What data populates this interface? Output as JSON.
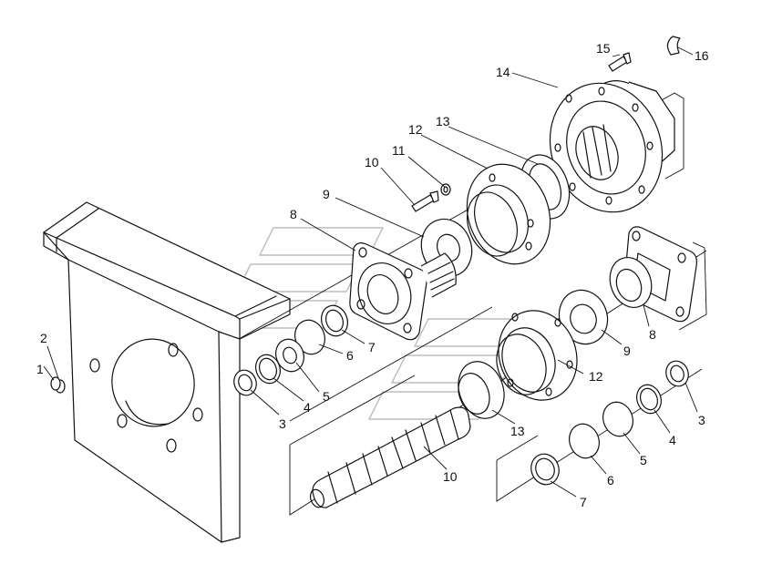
{
  "diagram": {
    "callouts": [
      {
        "id": "c1",
        "label": "1"
      },
      {
        "id": "c2",
        "label": "2"
      },
      {
        "id": "c3a",
        "label": "3"
      },
      {
        "id": "c4a",
        "label": "4"
      },
      {
        "id": "c5a",
        "label": "5"
      },
      {
        "id": "c6a",
        "label": "6"
      },
      {
        "id": "c7a",
        "label": "7"
      },
      {
        "id": "c8a",
        "label": "8"
      },
      {
        "id": "c9a",
        "label": "9"
      },
      {
        "id": "c10a",
        "label": "10"
      },
      {
        "id": "c11",
        "label": "11"
      },
      {
        "id": "c12a",
        "label": "12"
      },
      {
        "id": "c13a",
        "label": "13"
      },
      {
        "id": "c14",
        "label": "14"
      },
      {
        "id": "c15",
        "label": "15"
      },
      {
        "id": "c16",
        "label": "16"
      },
      {
        "id": "c12b",
        "label": "12"
      },
      {
        "id": "c13b",
        "label": "13"
      },
      {
        "id": "c10b",
        "label": "10"
      },
      {
        "id": "c9b",
        "label": "9"
      },
      {
        "id": "c8b",
        "label": "8"
      },
      {
        "id": "c3b",
        "label": "3"
      },
      {
        "id": "c4b",
        "label": "4"
      },
      {
        "id": "c5b",
        "label": "5"
      },
      {
        "id": "c6b",
        "label": "6"
      },
      {
        "id": "c7b",
        "label": "7"
      }
    ]
  }
}
